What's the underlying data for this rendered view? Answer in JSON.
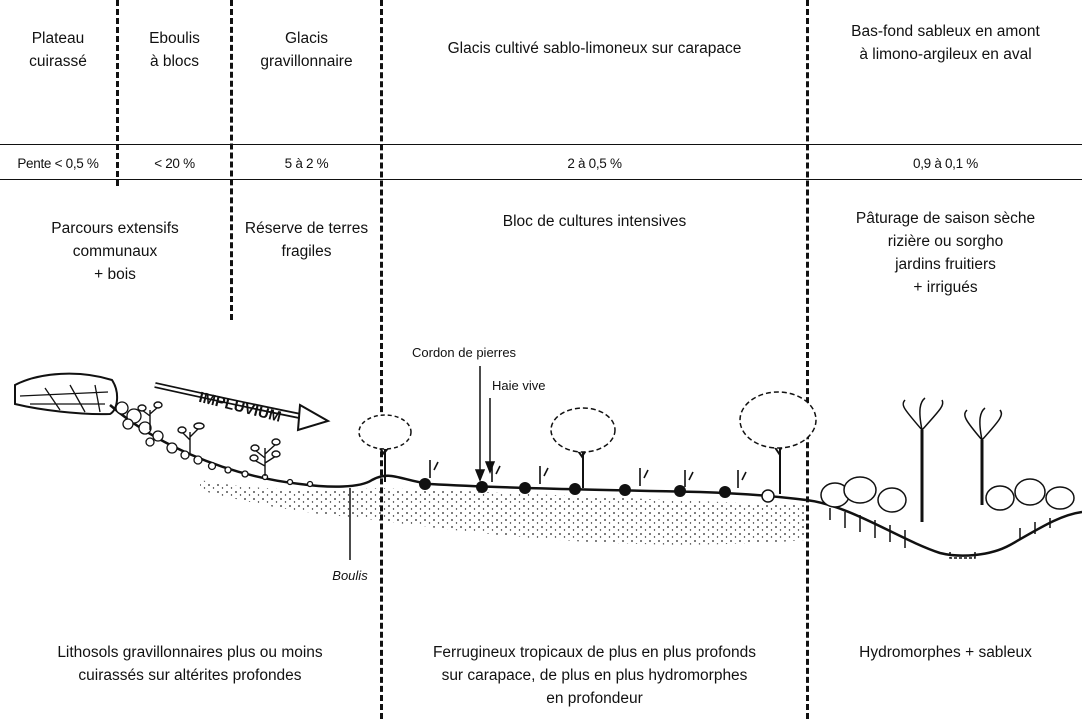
{
  "units": [
    {
      "landform": "Plateau\ncuirassé",
      "slope": "Pente < 0,5 %",
      "use": "Parcours extensifs\ncommunaux\n+ bois"
    },
    {
      "landform": "Eboulis\nà blocs",
      "slope": "< 20 %",
      "use": ""
    },
    {
      "landform": "Glacis\ngravillonnaire",
      "slope": "5 à 2 %",
      "use": "Réserve de terres\nfragiles"
    },
    {
      "landform": "Glacis cultivé sablo-limoneux sur carapace",
      "slope": "2 à 0,5 %",
      "use": "Bloc de cultures intensives"
    },
    {
      "landform": "Bas-fond sableux en amont\nà limono-argileux en aval",
      "slope": "0,9 à 0,1 %",
      "use": "Pâturage de saison sèche\nrizière ou sorgho\njardins fruitiers\n+ irrigués"
    }
  ],
  "profile_labels": {
    "impluvium": "IMPLUVIUM",
    "stone_line": "Cordon de pierres",
    "hedge": "Haie vive",
    "boulis": "Boulis"
  },
  "soils": {
    "left": "Lithosols gravillonnaires plus ou moins\ncuirassés sur altérites profondes",
    "middle": "Ferrugineux tropicaux de plus en plus profonds\nsur carapace, de plus en plus hydromorphes\nen profondeur",
    "right": "Hydromorphes + sableux"
  }
}
